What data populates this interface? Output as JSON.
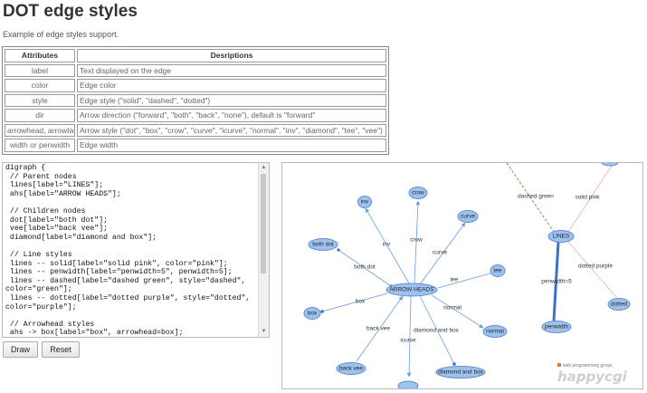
{
  "page": {
    "title": "DOT edge styles",
    "subtitle": "Example of edge styles support."
  },
  "table": {
    "headers": [
      "Attributes",
      "Desriptions"
    ],
    "rows": [
      [
        "label",
        "Text displayed on the edge"
      ],
      [
        "color",
        "Edge color"
      ],
      [
        "style",
        "Edge style (\"solid\", \"dashed\", \"dotted\")"
      ],
      [
        "dir",
        "Arrow direction (\"forward\", \"both\", \"back\", \"none\"), default is \"forward\""
      ],
      [
        "arrowhead, arrowtail",
        "Arrow style (\"dot\", \"box\", \"crow\", \"curve\", \"icurve\", \"normal\", \"inv\", \"diamond\", \"tee\", \"vee\")"
      ],
      [
        "width or penwidth",
        "Edge width"
      ]
    ]
  },
  "editor": {
    "code": "digraph {\n // Parent nodes\n lines[label=\"LINES\"];\n ahs[label=\"ARROW HEADS\"];\n\n // Children nodes\n dot[label=\"both dot\"];\n vee[label=\"back vee\"];\n diamond[label=\"diamond and box\"];\n\n // Line styles\n lines -- solid[label=\"solid pink\", color=\"pink\"];\n lines -- penwidth[label=\"penwidth=5\", penwidth=5];\n lines -- dashed[label=\"dashed green\", style=\"dashed\", color=\"green\"];\n lines -- dotted[label=\"dotted purple\", style=\"dotted\", color=\"purple\"];\n\n // Arrowhead styles\n ahs -> box[label=\"box\", arrowhead=box];\n ahs -> crow[label=\"crow\", arrowhead=crow];"
  },
  "buttons": {
    "draw": "Draw",
    "reset": "Reset"
  },
  "graph": {
    "nodes": {
      "inv": "inv",
      "crow": "crow",
      "curve": "curve",
      "both_dot": "both dot",
      "tee": "tee",
      "arrow_heads": "ARROW HEADS",
      "box": "box",
      "normal": "normal",
      "back_vee": "back vee",
      "diamond_and_box": "diamond and box",
      "lines": "LINES",
      "penwidth": "penwidth",
      "dotted": "dotted"
    },
    "edge_labels": {
      "inv": "inv",
      "crow": "crow",
      "curve": "curve",
      "both_dot": "both dot",
      "tee": "tee",
      "box": "box",
      "normal": "normal",
      "back_vee": "back vee",
      "diamond_and_box": "diamond and box",
      "icurve": "icurve",
      "dashed_green": "dashed green",
      "solid_pink": "solid pink",
      "penwidth": "penwidth=5",
      "dotted_purple": "dotted purple"
    },
    "colors": {
      "node_fill": "#9ec2ee",
      "node_stroke": "#5b8fd4",
      "edge": "#6a9fe0",
      "pink": "#f2a7b8",
      "green": "#3c9a3c",
      "purple": "#8c5aa8"
    }
  },
  "logo": {
    "small_text": "web programming group",
    "big_text": "happycgi"
  }
}
